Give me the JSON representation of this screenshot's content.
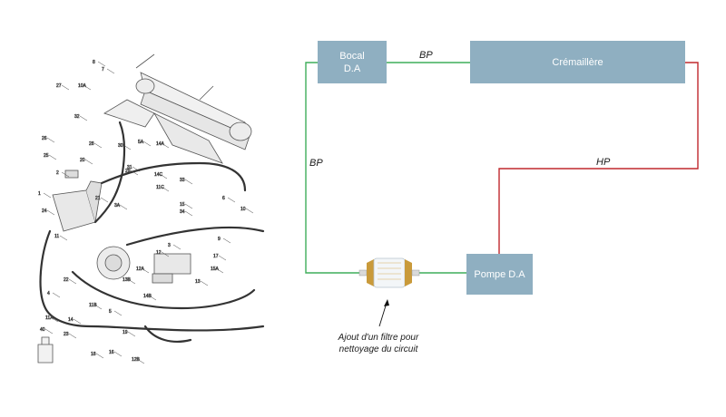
{
  "exploded_view": {
    "labels": [
      "1",
      "2",
      "3",
      "3A",
      "4",
      "5",
      "5A",
      "6",
      "7",
      "8",
      "9",
      "10",
      "10A",
      "11",
      "11A",
      "11B",
      "11C",
      "12",
      "12A",
      "12B",
      "13",
      "13B",
      "14",
      "14A",
      "14B",
      "14C",
      "15",
      "15A",
      "16",
      "17",
      "18",
      "19",
      "20",
      "21",
      "22",
      "23",
      "24",
      "25",
      "26",
      "27",
      "28",
      "29",
      "30",
      "31",
      "32",
      "33",
      "34",
      "40"
    ]
  },
  "boxes": {
    "bocal_line1": "Bocal",
    "bocal_line2": "D.A",
    "cremaillere": "Crémaillère",
    "pompe": "Pompe D.A"
  },
  "line_labels": {
    "bp_top": "BP",
    "bp_left": "BP",
    "hp": "HP"
  },
  "annotation": {
    "line1": "Ajout d'un filtre pour",
    "line2": "nettoyage du circuit"
  },
  "colors": {
    "box_fill": "#8fafc1",
    "low_pressure": "#3fae5a",
    "high_pressure": "#c0282d"
  }
}
